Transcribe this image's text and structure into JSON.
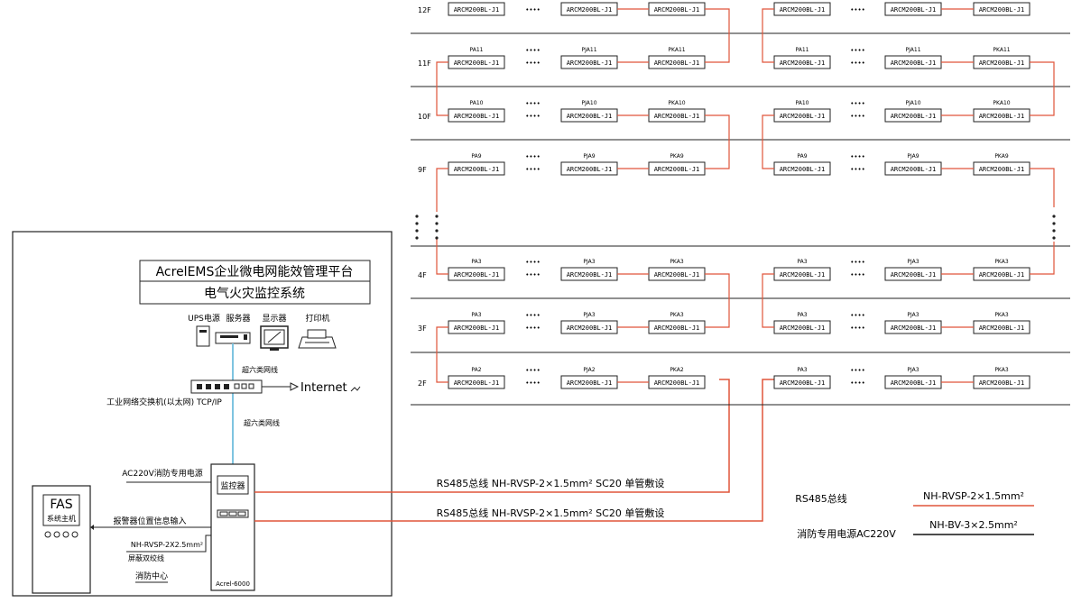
{
  "platform": {
    "title": "AcrelEMS企业微电网能效管理平台",
    "subtitle": "电气火灾监控系统"
  },
  "equipment": {
    "ups": "UPS电源",
    "server": "服务器",
    "monitor": "显示器",
    "printer": "打印机",
    "cable_top": "超六类网线",
    "switch": "工业网络交换机(以太网) TCP/IP",
    "internet": "Internet",
    "cable_bottom": "超六类网线"
  },
  "monitoring_host": {
    "power_label": "AC220V消防专用电源",
    "host_label": "监控器",
    "model": "Acrel-6000"
  },
  "fas": {
    "title": "FAS",
    "subtitle": "系统主机",
    "alarm_input": "报警器位置信息输入",
    "cable": "NH-RVSP-2X2.5mm²",
    "cable_desc": "屏蔽双绞线",
    "location": "消防中心"
  },
  "bus_lines": [
    "RS485总线  NH-RVSP-2×1.5mm² SC20 单管敷设",
    "RS485总线  NH-RVSP-2×1.5mm² SC20 单管敷设"
  ],
  "legend": [
    {
      "label": "RS485总线",
      "spec": "NH-RVSP-2×1.5mm²",
      "color": "#e0553a"
    },
    {
      "label": "消防专用电源AC220V",
      "spec": "NH-BV-3×2.5mm²",
      "color": "#111111"
    }
  ],
  "device_model": "ARCM200BL-J1",
  "ellipsis": "••••",
  "floors": [
    {
      "name": "12F",
      "left": [
        "",
        "",
        ""
      ],
      "right": [
        "",
        "",
        ""
      ]
    },
    {
      "name": "11F",
      "left": [
        "PA11",
        "PJA11",
        "PKA11"
      ],
      "right": [
        "PA11",
        "PJA11",
        "PKA11"
      ]
    },
    {
      "name": "10F",
      "left": [
        "PA10",
        "PJA10",
        "PKA10"
      ],
      "right": [
        "PA10",
        "PJA10",
        "PKA10"
      ]
    },
    {
      "name": "9F",
      "left": [
        "PA9",
        "PJA9",
        "PKA9"
      ],
      "right": [
        "PA9",
        "PJA9",
        "PKA9"
      ]
    },
    {
      "name": "4F",
      "left": [
        "PA3",
        "PJA3",
        "PKA3"
      ],
      "right": [
        "PA3",
        "PJA3",
        "PKA3"
      ]
    },
    {
      "name": "3F",
      "left": [
        "PA3",
        "PJA3",
        "PKA3"
      ],
      "right": [
        "PA3",
        "PJA3",
        "PKA3"
      ]
    },
    {
      "name": "2F",
      "left": [
        "PA2",
        "PJA2",
        "PKA2"
      ],
      "right": [
        "PA3",
        "PJA3",
        "PKA3"
      ]
    }
  ],
  "colors": {
    "rs485": "#e0553a",
    "network": "#7fc4e0",
    "line": "#222222"
  }
}
